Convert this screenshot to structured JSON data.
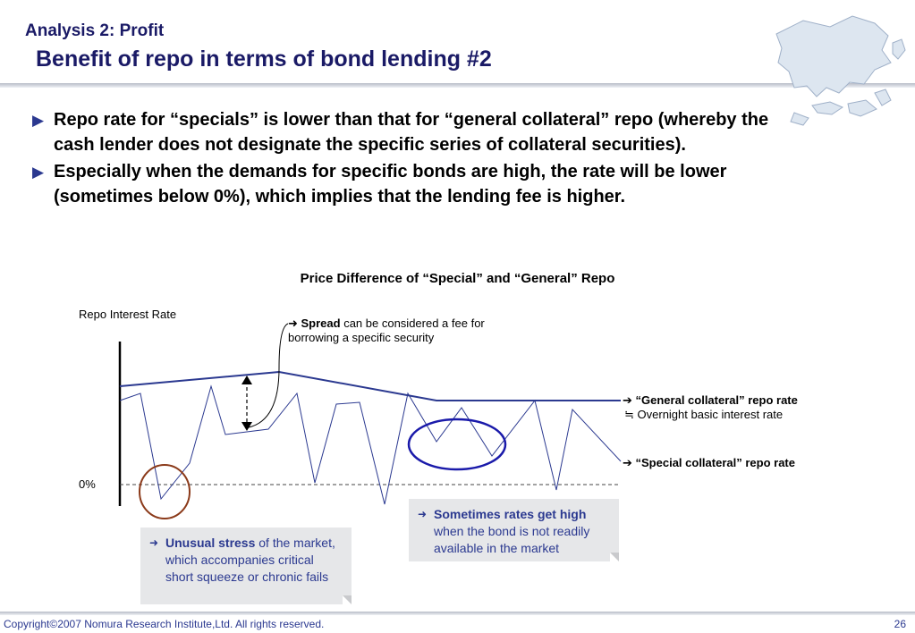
{
  "header": {
    "subtitle": "Analysis 2: Profit",
    "title": "Benefit of repo in terms of bond lending #2"
  },
  "bullets": [
    "Repo rate for “specials” is lower than that for “general collateral” repo (whereby the cash lender does not designate the specific series of collateral securities).",
    "Especially when the demands for specific bonds are high, the rate will be lower (sometimes below 0%), which implies that the lending fee is higher."
  ],
  "chart": {
    "title": "Price Difference of “Special” and “General” Repo",
    "ylabel": "Repo Interest Rate",
    "zero_label": "0%",
    "spread_bold": "Spread",
    "spread_rest": " can be considered a fee for borrowing a specific security",
    "gc_label": "“General collateral” repo rate",
    "gc_sub": "≒ Overnight basic interest rate",
    "sc_label": "“Special collateral” repo rate",
    "callout_high_bold": "Sometimes rates get high",
    "callout_high_rest": " when the bond is not readily available in the market",
    "callout_stress_bold": "Unusual stress",
    "callout_stress_rest": " of the market, which accompanies critical short squeeze or chronic fails",
    "colors": {
      "gc_line": "#2b3990",
      "special_line": "#2b3990",
      "stress_circle": "#8b3a1a",
      "high_ellipse": "#1a1aaa"
    }
  },
  "footer": {
    "copyright": "Copyright©2007 Nomura Research Institute,Ltd. All rights reserved.",
    "page": "26"
  }
}
